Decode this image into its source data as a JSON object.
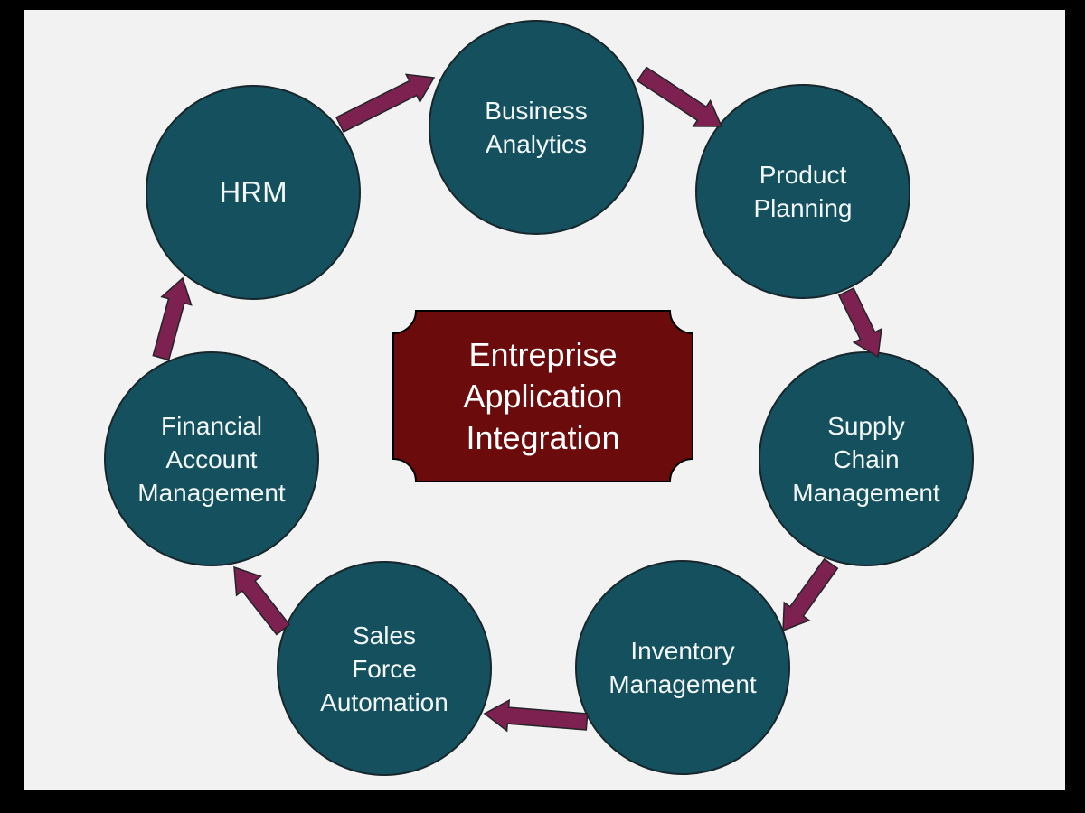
{
  "diagram": {
    "center": {
      "label": "Entreprise\nApplication\nIntegration"
    },
    "nodes": [
      {
        "id": "business-analytics",
        "label": "Business\nAnalytics"
      },
      {
        "id": "product-planning",
        "label": "Product\nPlanning"
      },
      {
        "id": "supply-chain-management",
        "label": "Supply\nChain\nManagement"
      },
      {
        "id": "inventory-management",
        "label": "Inventory\nManagement"
      },
      {
        "id": "sales-force-automation",
        "label": "Sales\nForce\nAutomation"
      },
      {
        "id": "financial-account-management",
        "label": "Financial\nAccount\nManagement"
      },
      {
        "id": "hrm",
        "label": "HRM"
      }
    ],
    "edges": [
      {
        "from": "hrm",
        "to": "business-analytics"
      },
      {
        "from": "business-analytics",
        "to": "product-planning"
      },
      {
        "from": "product-planning",
        "to": "supply-chain-management"
      },
      {
        "from": "supply-chain-management",
        "to": "inventory-management"
      },
      {
        "from": "inventory-management",
        "to": "sales-force-automation"
      },
      {
        "from": "sales-force-automation",
        "to": "financial-account-management"
      },
      {
        "from": "financial-account-management",
        "to": "hrm"
      }
    ],
    "colors": {
      "frame": "#000000",
      "canvas_background": "#f2f2f2",
      "node_fill": "#15505f",
      "node_border": "#16262b",
      "node_text": "#f2f8f8",
      "arrow_fill": "#7d2150",
      "arrow_outline": "#232328",
      "center_fill": "#6b0b0b",
      "center_border": "#000000",
      "center_text": "#ffffff"
    }
  }
}
